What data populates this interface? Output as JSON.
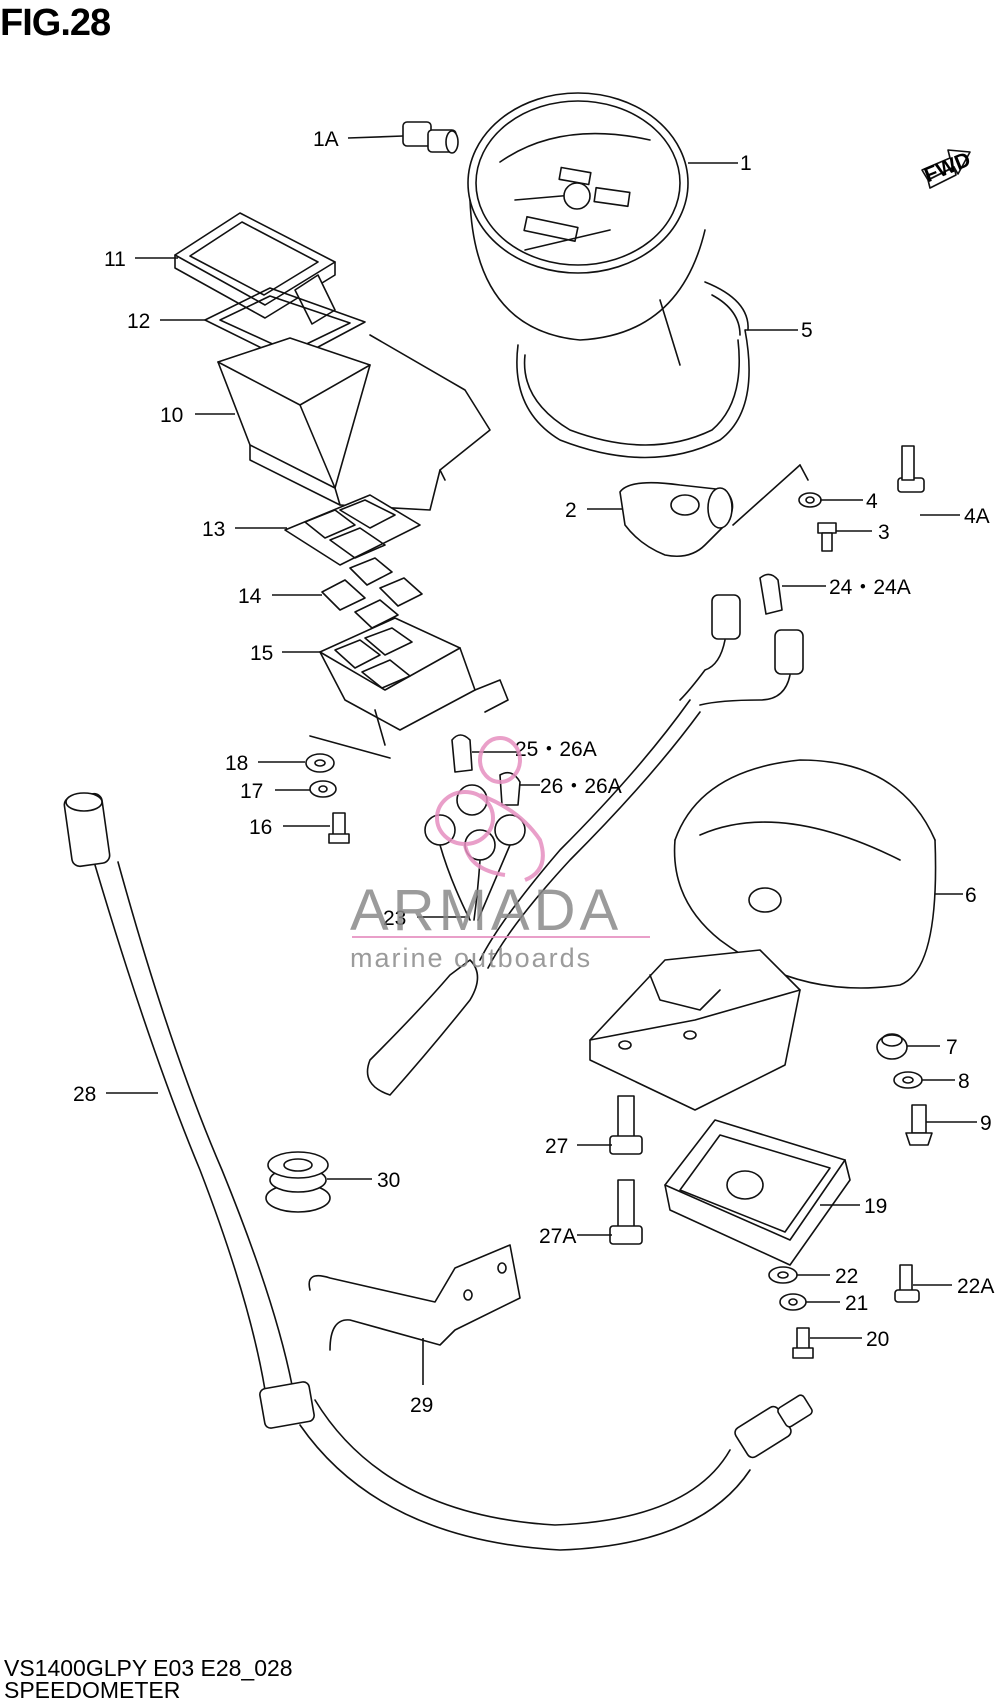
{
  "figure": {
    "title": "FIG.28",
    "model_code": "VS1400GLPY E03 E28_028",
    "name": "SPEEDOMETER",
    "direction_label": "FWD"
  },
  "callouts": [
    {
      "id": "c-1",
      "label": "1"
    },
    {
      "id": "c-1a",
      "label": "1A"
    },
    {
      "id": "c-2",
      "label": "2"
    },
    {
      "id": "c-3",
      "label": "3"
    },
    {
      "id": "c-4",
      "label": "4"
    },
    {
      "id": "c-4a",
      "label": "4A"
    },
    {
      "id": "c-5",
      "label": "5"
    },
    {
      "id": "c-6",
      "label": "6"
    },
    {
      "id": "c-7",
      "label": "7"
    },
    {
      "id": "c-8",
      "label": "8"
    },
    {
      "id": "c-9",
      "label": "9"
    },
    {
      "id": "c-10",
      "label": "10"
    },
    {
      "id": "c-11",
      "label": "11"
    },
    {
      "id": "c-12",
      "label": "12"
    },
    {
      "id": "c-13",
      "label": "13"
    },
    {
      "id": "c-14",
      "label": "14"
    },
    {
      "id": "c-15",
      "label": "15"
    },
    {
      "id": "c-16",
      "label": "16"
    },
    {
      "id": "c-17",
      "label": "17"
    },
    {
      "id": "c-18",
      "label": "18"
    },
    {
      "id": "c-19",
      "label": "19"
    },
    {
      "id": "c-20",
      "label": "20"
    },
    {
      "id": "c-21",
      "label": "21"
    },
    {
      "id": "c-22",
      "label": "22"
    },
    {
      "id": "c-22a",
      "label": "22A"
    },
    {
      "id": "c-23",
      "label": "23"
    },
    {
      "id": "c-24",
      "label": "24・24A"
    },
    {
      "id": "c-25",
      "label": "25・26A"
    },
    {
      "id": "c-26",
      "label": "26・26A"
    },
    {
      "id": "c-27",
      "label": "27"
    },
    {
      "id": "c-27a",
      "label": "27A"
    },
    {
      "id": "c-28",
      "label": "28"
    },
    {
      "id": "c-29",
      "label": "29"
    },
    {
      "id": "c-30",
      "label": "30"
    }
  ],
  "watermark": {
    "brand": "ARMADA",
    "tagline": "marine outboards"
  },
  "colors": {
    "line": "#111111",
    "watermark_grey": "#8a8a8a",
    "watermark_pink": "#e68fc0"
  }
}
